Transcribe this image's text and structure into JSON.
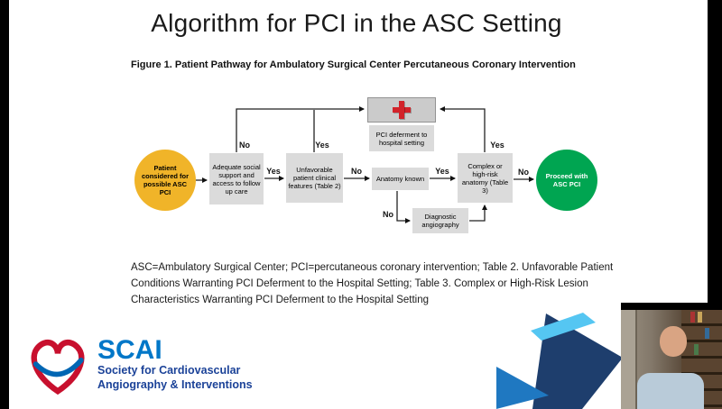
{
  "title": "Algorithm for PCI in the ASC Setting",
  "figure_caption": "Figure 1. Patient Pathway for Ambulatory Surgical Center Percutaneous Coronary Intervention",
  "flowchart": {
    "nodes": {
      "patient": "Patient considered for possible ASC PCI",
      "social": "Adequate social support and access to follow up care",
      "unfavorable": "Unfavorable patient clinical features (Table 2)",
      "deferment": "PCI deferment to hospital setting",
      "anatomy": "Anatomy known",
      "diagnostic": "Diagnostic angiography",
      "complex": "Complex or high-risk anatomy (Table 3)",
      "proceed": "Proceed with ASC PCI"
    },
    "labels": {
      "social_no": "No",
      "social_yes": "Yes",
      "unfavorable_yes": "Yes",
      "unfavorable_no": "No",
      "anatomy_yes": "Yes",
      "anatomy_no": "No",
      "complex_yes": "Yes",
      "complex_no": "No"
    },
    "colors": {
      "patient_circle": "#F0B429",
      "proceed_circle": "#00A551",
      "box_fill": "#DBDBDB",
      "cross_red": "#D2232A"
    }
  },
  "footnote": "ASC=Ambulatory Surgical Center; PCI=percutaneous coronary intervention; Table 2. Unfavorable Patient Conditions Warranting PCI Deferment to the Hospital Setting; Table 3. Complex or High-Risk Lesion Characteristics Warranting PCI Deferment to the Hospital Setting",
  "logo": {
    "acronym": "SCAI",
    "line1": "Society for Cardiovascular",
    "line2": "Angiography & Interventions",
    "blue": "#0077C8",
    "navy": "#1B4298"
  },
  "decoration_colors": {
    "cyan": "#55C6F2",
    "navy": "#1E3E6D",
    "blue": "#1F78C1"
  }
}
